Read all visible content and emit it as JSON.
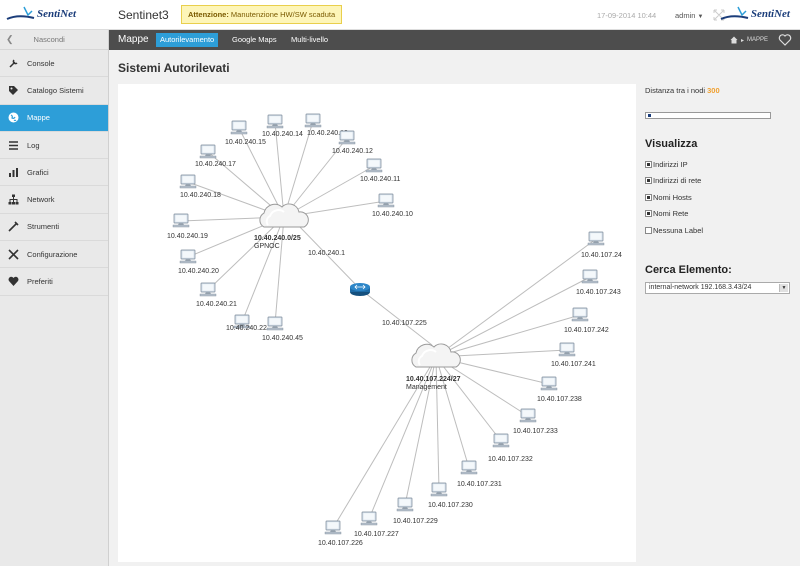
{
  "header": {
    "brand": "SentiNet",
    "app_title": "Sentinet3",
    "alert_strong": "Attenzione:",
    "alert_text": " Manutenzione HW/SW scaduta",
    "datetime": "17-09-2014 10:44",
    "user": "admin"
  },
  "sidebar": {
    "collapse_label": "Nascondi",
    "items": [
      {
        "label": "Console",
        "icon": "wrench-icon"
      },
      {
        "label": "Catalogo Sistemi",
        "icon": "tag-icon"
      },
      {
        "label": "Mappe",
        "icon": "globe-icon"
      },
      {
        "label": "Log",
        "icon": "list-icon"
      },
      {
        "label": "Grafici",
        "icon": "bar-chart-icon"
      },
      {
        "label": "Network",
        "icon": "network-icon"
      },
      {
        "label": "Strumenti",
        "icon": "tools-icon"
      },
      {
        "label": "Configurazione",
        "icon": "config-icon"
      },
      {
        "label": "Preferiti",
        "icon": "heart-icon"
      }
    ]
  },
  "navbar": {
    "title": "Mappe",
    "tabs": [
      "Autorilevamento",
      "Google Maps",
      "Multi-livello"
    ],
    "breadcrumb": "MAPPE"
  },
  "main": {
    "title": "Sistemi Autorilevati"
  },
  "map": {
    "clouds": [
      {
        "ip": "10.40.240.0/25",
        "name": "GPNOC"
      },
      {
        "ip": "10.40.107.224/27",
        "name": "Management"
      }
    ],
    "link_labels": [
      "10.40.240.1",
      "10.40.107.225"
    ],
    "hosts_top": [
      "10.40.240.14",
      "10.40.240.13",
      "10.40.240.15",
      "10.40.240.12",
      "10.40.240.17",
      "10.40.240.11",
      "10.40.240.18",
      "10.40.240.10",
      "10.40.240.19",
      "10.40.240.20",
      "10.40.240.21",
      "10.40.240.22",
      "10.40.240.45"
    ],
    "hosts_bottom": [
      "10.40.107.24",
      "10.40.107.243",
      "10.40.107.242",
      "10.40.107.241",
      "10.40.107.238",
      "10.40.107.233",
      "10.40.107.232",
      "10.40.107.231",
      "10.40.107.230",
      "10.40.107.229",
      "10.40.107.227",
      "10.40.107.226"
    ]
  },
  "panel": {
    "distance_label": "Distanza tra i nodi",
    "distance_value": "300",
    "view_title": "Visualizza",
    "options": [
      {
        "label": "Indirizzi IP",
        "checked": true
      },
      {
        "label": "Indirizzi di rete",
        "checked": true
      },
      {
        "label": "Nomi Hosts",
        "checked": true
      },
      {
        "label": "Nomi Rete",
        "checked": true
      },
      {
        "label": "Nessuna Label",
        "checked": false
      }
    ],
    "search_title": "Cerca Elemento:",
    "search_value": "internal-network 192.168.3.43/24"
  }
}
